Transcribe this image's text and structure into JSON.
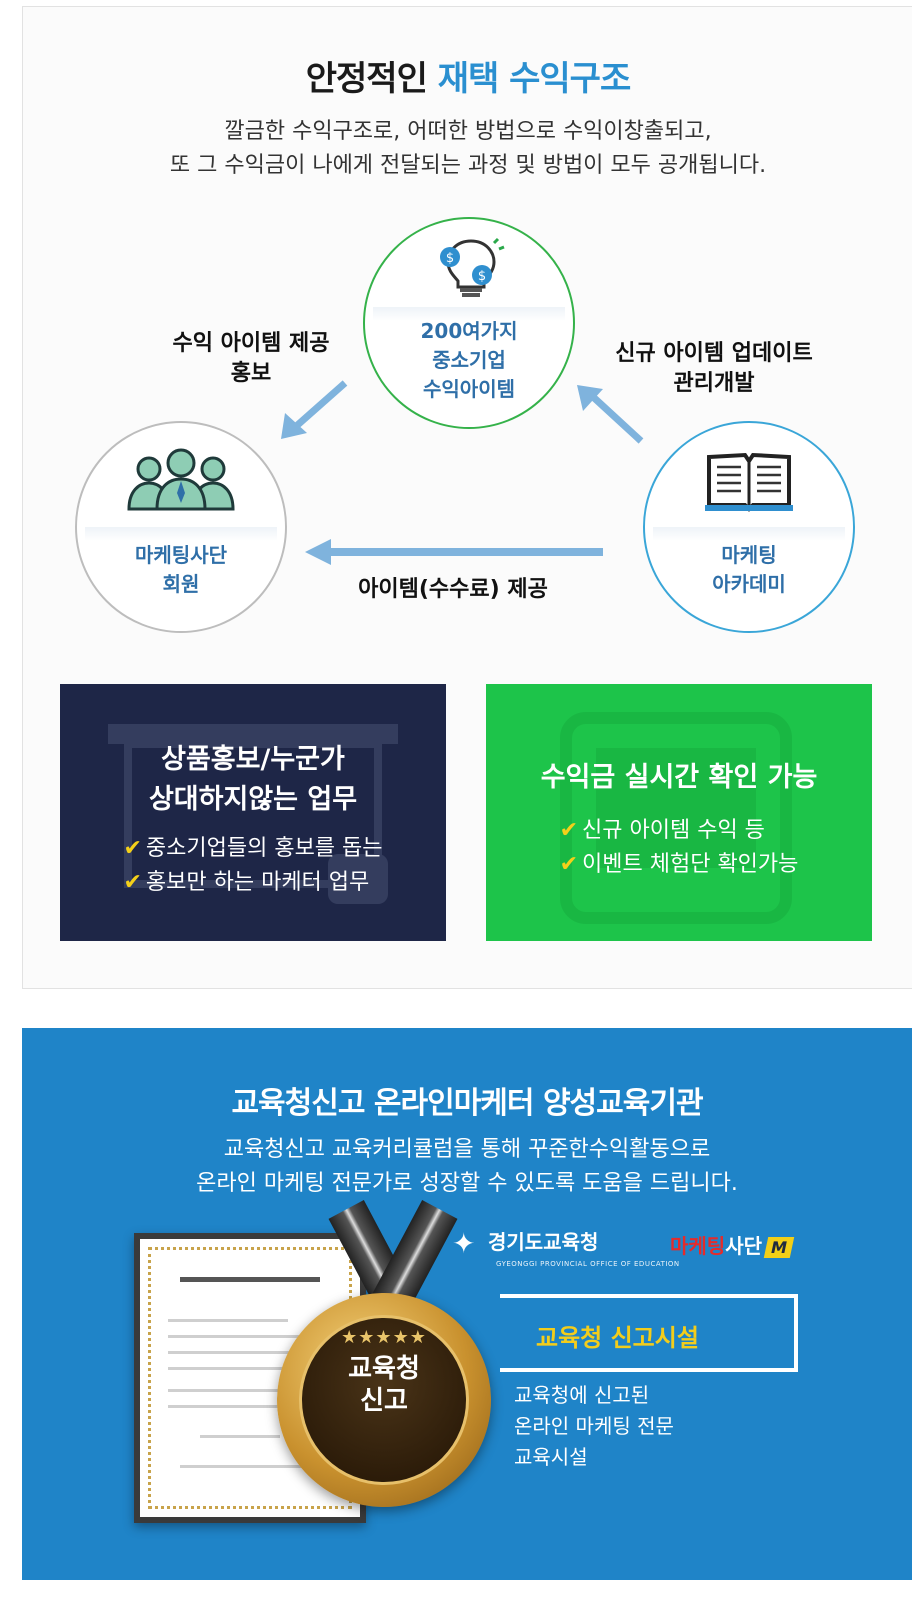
{
  "section1": {
    "title_main": "안정적인",
    "title_highlight": "재택 수익구조",
    "desc_line1": "깔금한 수익구조로, 어떠한 방법으로 수익이창출되고,",
    "desc_line2": "또 그 수익금이 나에게 전달되는 과정 및 방법이 모두 공개됩니다.",
    "top_circle": {
      "icon": "lightbulb-money-icon",
      "lines": [
        "200여가지",
        "중소기업",
        "수익아이템"
      ]
    },
    "left_circle": {
      "icon": "people-group-icon",
      "lines": [
        "마케팅사단",
        "회원"
      ]
    },
    "right_circle": {
      "icon": "open-book-icon",
      "lines": [
        "마케팅",
        "아카데미"
      ]
    },
    "left_label": [
      "수익 아이템 제공",
      "홍보"
    ],
    "right_label": [
      "신규 아이템 업데이트",
      "관리개발"
    ],
    "bottom_label": "아이템(수수료) 제공",
    "arrow_color": "#7fb3dd",
    "card_navy": {
      "heading_line1": "상품홍보/누군가",
      "heading_line2": "상대하지않는 업무",
      "items": [
        "중소기업들의 홍보를 돕는",
        "홍보만 하는 마케터 업무"
      ],
      "color": "#1e2647"
    },
    "card_green": {
      "heading": "수익금 실시간 확인 가능",
      "items": [
        "신규 아이템 수익 등",
        "이벤트 체험단 확인가능"
      ],
      "color": "#1dc44a"
    }
  },
  "section2": {
    "title": "교육청신고 온라인마케터 양성교육기관",
    "desc_line1": "교육청신고 교육커리큘럼을 통해 꾸준한수익활동으로",
    "desc_line2": "온라인 마케팅 전문가로 성장할 수 있도록 도움을 드립니다.",
    "medal_stars": "★★★★★",
    "medal_line1": "교육청",
    "medal_line2": "신고",
    "logo_gg": "경기도교육청",
    "logo_gg_sub": "GYEONGGI PROVINCIAL OFFICE OF EDUCATION",
    "logo_mk_red": "마케팅",
    "logo_mk_white": "사단",
    "logo_mk_m": "M",
    "badge_title": "교육청 신고시설",
    "info_lines": [
      "교육청에 신고된",
      "온라인 마케팅 전문",
      "교육시설"
    ],
    "bg_color": "#1f84c8",
    "accent_color": "#f3cd1b"
  }
}
